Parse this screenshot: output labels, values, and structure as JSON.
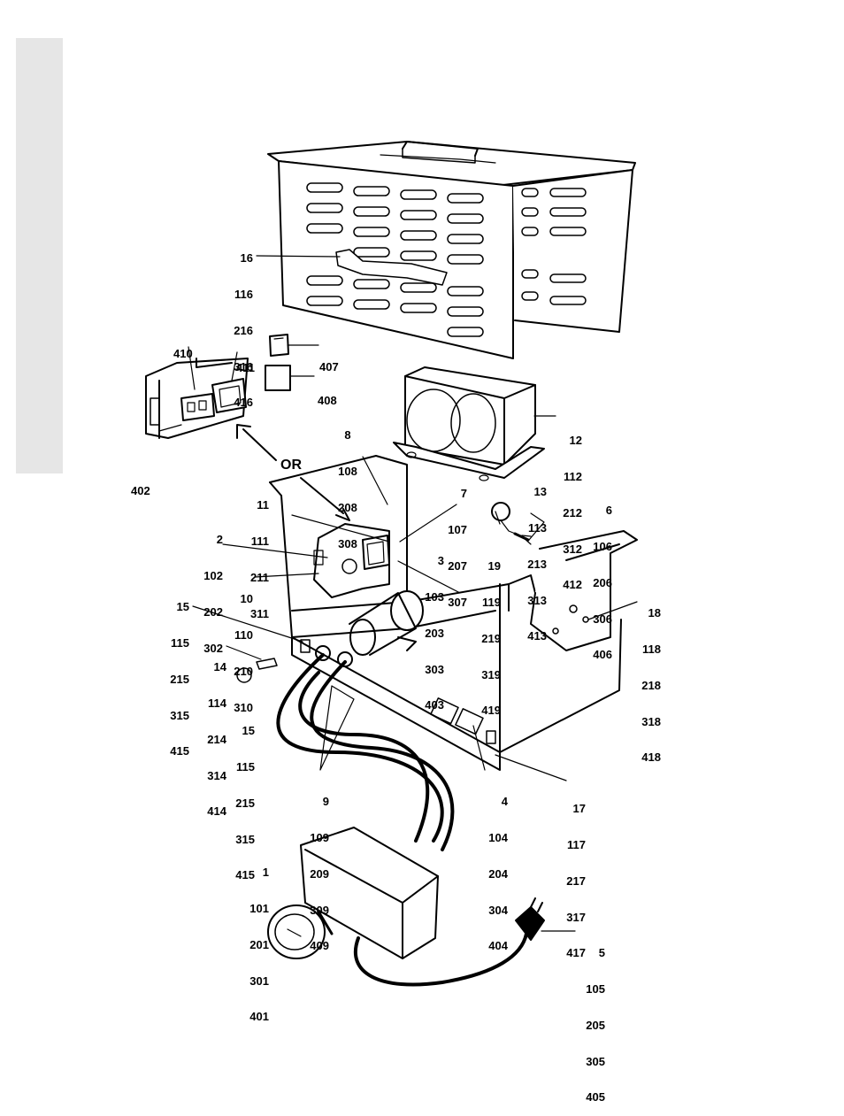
{
  "callouts": [
    {
      "id": "c16",
      "lines": [
        "16",
        "116",
        "216",
        "316",
        "416"
      ]
    },
    {
      "id": "c410",
      "lines": [
        "410"
      ]
    },
    {
      "id": "c411",
      "lines": [
        "411"
      ]
    },
    {
      "id": "c407",
      "lines": [
        "407"
      ]
    },
    {
      "id": "c408",
      "lines": [
        "408"
      ]
    },
    {
      "id": "c402",
      "lines": [
        "402"
      ]
    },
    {
      "id": "c8",
      "lines": [
        "8",
        "108",
        "208",
        "308"
      ]
    },
    {
      "id": "c12",
      "lines": [
        "12",
        "112",
        "212",
        "312",
        "412"
      ]
    },
    {
      "id": "c11",
      "lines": [
        "11",
        "111",
        "211",
        "311"
      ]
    },
    {
      "id": "c7",
      "lines": [
        "7",
        "107",
        "207",
        "307"
      ]
    },
    {
      "id": "c13",
      "lines": [
        "13",
        "113",
        "213",
        "313",
        "413"
      ]
    },
    {
      "id": "c6",
      "lines": [
        "6",
        "106",
        "206",
        "306",
        "406"
      ]
    },
    {
      "id": "c2",
      "lines": [
        "2",
        "102",
        "202",
        "302"
      ]
    },
    {
      "id": "c3",
      "lines": [
        "3",
        "103",
        "203",
        "303",
        "403"
      ]
    },
    {
      "id": "c19",
      "lines": [
        "19",
        "119",
        "219",
        "319",
        "419"
      ]
    },
    {
      "id": "c10",
      "lines": [
        "10",
        "110",
        "210",
        "310"
      ]
    },
    {
      "id": "c18",
      "lines": [
        "18",
        "118",
        "218",
        "318",
        "418"
      ]
    },
    {
      "id": "c15a",
      "lines": [
        "15",
        "115",
        "215",
        "315",
        "415"
      ]
    },
    {
      "id": "c14",
      "lines": [
        "14",
        "114",
        "214",
        "314",
        "414"
      ]
    },
    {
      "id": "c15b",
      "lines": [
        "15",
        "115",
        "215",
        "315",
        "415"
      ]
    },
    {
      "id": "c9",
      "lines": [
        "9",
        "109",
        "209",
        "309",
        "409"
      ]
    },
    {
      "id": "c4",
      "lines": [
        "4",
        "104",
        "204",
        "304",
        "404"
      ]
    },
    {
      "id": "c17",
      "lines": [
        "17",
        "117",
        "217",
        "317",
        "417"
      ]
    },
    {
      "id": "c1",
      "lines": [
        "1",
        "101",
        "201",
        "301",
        "401"
      ]
    },
    {
      "id": "c5",
      "lines": [
        "5",
        "105",
        "205",
        "305",
        "405"
      ]
    }
  ],
  "or_label": "OR"
}
